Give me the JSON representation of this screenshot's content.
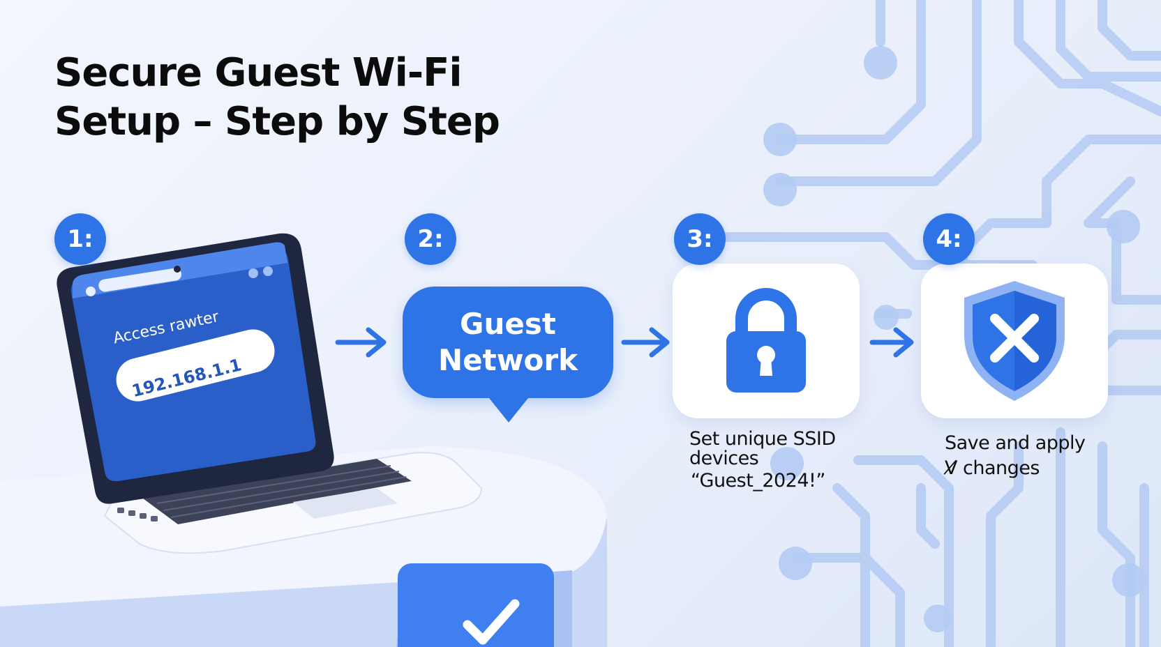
{
  "title": {
    "line1": "Secure Guest Wi-Fi",
    "line2": "Setup – Step by Step"
  },
  "steps": [
    {
      "badge": "1:",
      "screen_label": "Access rawter",
      "address": "192.168.1.1"
    },
    {
      "badge": "2:",
      "bubble_line1": "Guest",
      "bubble_line2": "Network"
    },
    {
      "badge": "3:",
      "icon": "padlock-icon",
      "caption_line1": "Set unique SSID",
      "caption_line2": "devices",
      "caption_line3": "“Guest_2024!”"
    },
    {
      "badge": "4:",
      "icon": "shield-x-icon",
      "caption_line1": "Save and apply",
      "caption_line2": "V̸ changes"
    }
  ],
  "colors": {
    "accent": "#2f74e6",
    "dark_blue": "#2a5fc9",
    "background": "#eef2fb",
    "circuit": "#a9c4f2",
    "text": "#0c0c0c"
  }
}
